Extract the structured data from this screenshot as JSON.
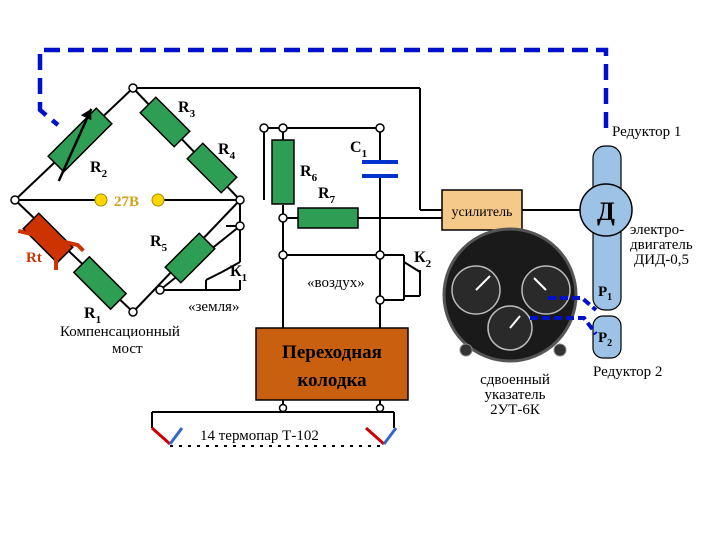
{
  "diagram": {
    "labels": {
      "r1": "R",
      "r1_sub": "1",
      "r2": "R",
      "r2_sub": "2",
      "r3": "R",
      "r3_sub": "3",
      "r4": "R",
      "r4_sub": "4",
      "r5": "R",
      "r5_sub": "5",
      "r6": "R",
      "r6_sub": "6",
      "r7": "R",
      "r7_sub": "7",
      "c1": "C",
      "c1_sub": "1",
      "k1": "К",
      "k1_sub": "1",
      "k2": "К",
      "k2_sub": "2",
      "p1": "Р",
      "p1_sub": "1",
      "p2": "Р",
      "p2_sub": "2",
      "rt": "Rt",
      "voltage": "27В",
      "bridge_line1": "Компенсационный",
      "bridge_line2": "мост",
      "ground": "«земля»",
      "air": "«воздух»",
      "amplifier": "усилитель",
      "motor_symbol": "Д",
      "reducer1": "Редуктор 1",
      "reducer2": "Редуктор 2",
      "motor_line1": "электро-",
      "motor_line2": "двигатель",
      "motor_line3": "ДИД-0,5",
      "block_line1": "Переходная",
      "block_line2": "колодка",
      "thermocouples": "14 термопар Т-102",
      "indicator_line1": "сдвоенный",
      "indicator_line2": "указатель",
      "indicator_line3": "2УТ-6К"
    },
    "colors": {
      "resistor": "#2f9e55",
      "thermistor": "#cc3300",
      "amplifier": "#f5c98a",
      "motor": "#9cc3e6",
      "block": "#c8600f",
      "feedback": "#0011cc",
      "voltage": "#d4a017",
      "terminal": "#ffd700"
    }
  }
}
